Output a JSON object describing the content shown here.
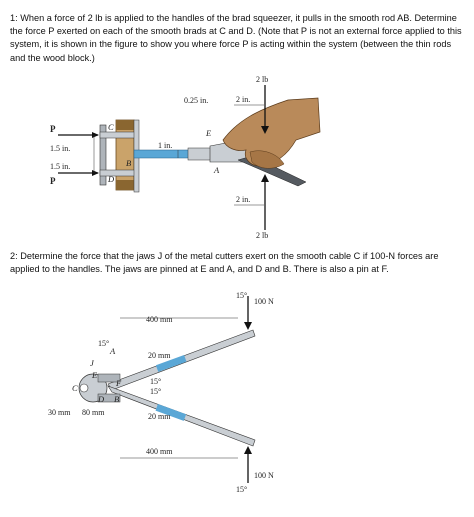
{
  "problem1": {
    "text": "1: When a force of 2 lb is applied to the handles of the brad squeezer, it pulls in the smooth rod AB. Determine the force P exerted on each of the smooth brads at C and D. (Note that P is not an external force applied to this system, it is shown in the figure to show you where force P is acting within the system (between the thin rods and the wood block.)",
    "figure": {
      "force_top": "2 lb",
      "force_bottom": "2 lb",
      "dim_025": "0.25 in.",
      "dim_2in_top": "2 in.",
      "dim_2in_bottom": "2 in.",
      "dim_15_top": "1.5 in.",
      "dim_15_bottom": "1.5 in.",
      "dim_1in": "1 in.",
      "label_P_top": "P",
      "label_P_bottom": "P",
      "label_C": "C",
      "label_B": "B",
      "label_D": "D",
      "label_E": "E",
      "label_A": "A"
    }
  },
  "problem2": {
    "text": "2: Determine the force that the jaws J of the metal cutters exert on the smooth cable C if 100-N forces are applied to the handles. The jaws are pinned at E and A, and D and B. There is also a pin at F.",
    "figure": {
      "force_top": "100 N",
      "force_bottom": "100 N",
      "angle_top": "15°",
      "angle_bottom": "15°",
      "angle_left": "15°",
      "angle_mid1": "15°",
      "angle_mid2": "15°",
      "dim_400_top": "400 mm",
      "dim_400_bottom": "400 mm",
      "dim_20_top": "20 mm",
      "dim_20_bottom": "20 mm",
      "dim_30": "30 mm",
      "dim_80": "80 mm",
      "label_J": "J",
      "label_C": "C",
      "label_E": "E",
      "label_A": "A",
      "label_F": "F",
      "label_D": "D",
      "label_B": "B"
    }
  },
  "colors": {
    "text": "#111111",
    "rod_blue": "#5aa7d6",
    "metal": "#c9ced3",
    "wood": "#caa36a",
    "skin": "#b98a5a",
    "handle_dark": "#555a60"
  }
}
